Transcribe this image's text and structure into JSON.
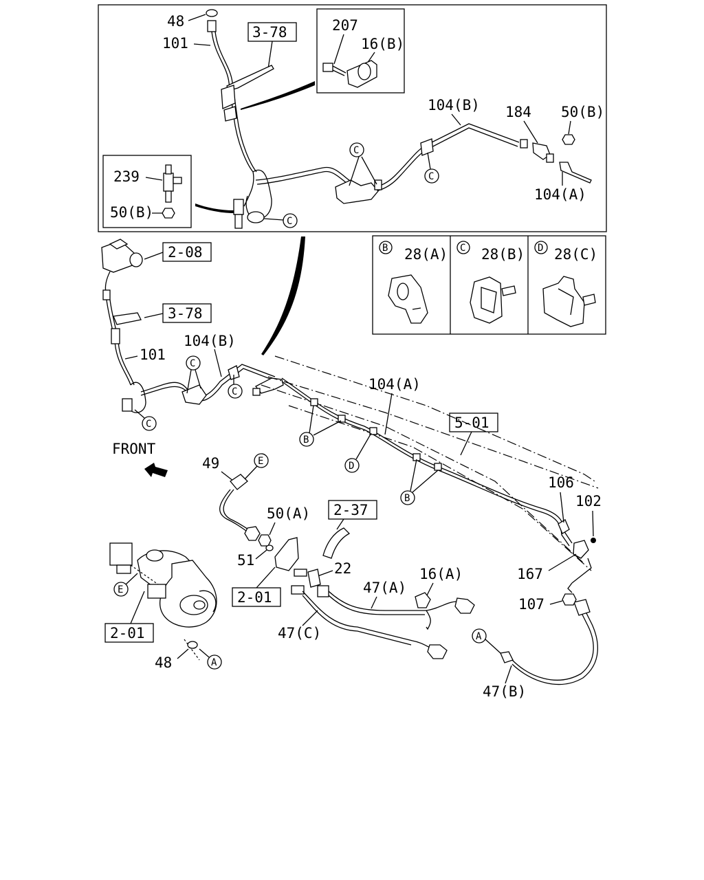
{
  "callouts": {
    "c48_top": "48",
    "c101_top": "101",
    "c3_78_top": "3-78",
    "c207": "207",
    "c16b": "16(B)",
    "c104b_top": "104(B)",
    "c184": "184",
    "c50b_top": "50(B)",
    "c104a_top": "104(A)",
    "c239": "239",
    "c50b_inset": "50(B)",
    "c2_08": "2-08",
    "c3_78_mid": "3-78",
    "c101_mid": "101",
    "c104b_mid": "104(B)",
    "c104a_mid": "104(A)",
    "c5_01": "5-01",
    "c106": "106",
    "c102": "102",
    "c167": "167",
    "c107": "107",
    "c49": "49",
    "c50a": "50(A)",
    "c51": "51",
    "c2_37": "2-37",
    "c22": "22",
    "c47a": "47(A)",
    "c16a": "16(A)",
    "c2_01_mid": "2-01",
    "c47c": "47(C)",
    "c2_01_left": "2-01",
    "c48_bottom": "48",
    "c47b": "47(B)",
    "front": "FRONT"
  },
  "clip_types": [
    {
      "key": "B",
      "part": "28(A)"
    },
    {
      "key": "C",
      "part": "28(B)"
    },
    {
      "key": "D",
      "part": "28(C)"
    }
  ],
  "markers": {
    "B": "B",
    "C": "C",
    "D": "D",
    "E": "E",
    "A": "A"
  }
}
